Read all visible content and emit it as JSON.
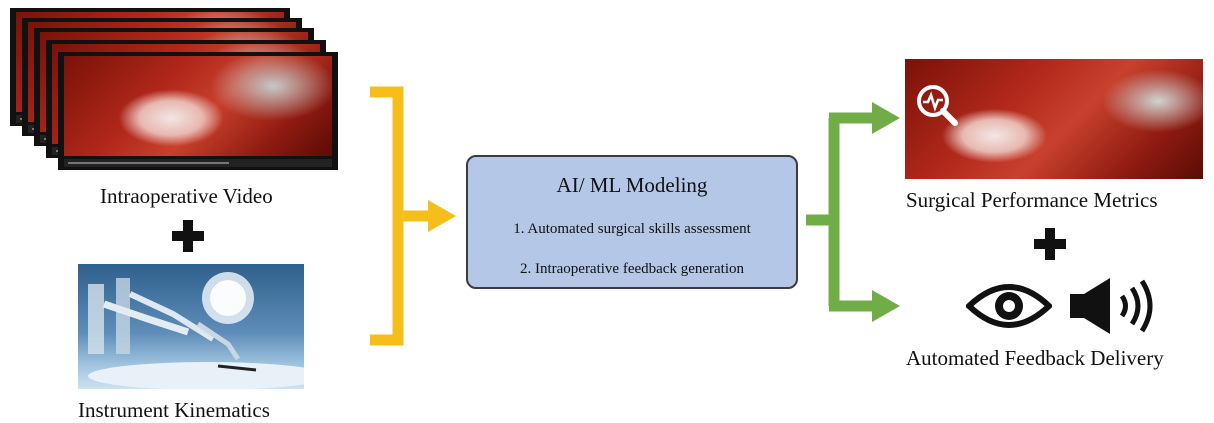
{
  "inputs": {
    "video_label": "Intraoperative Video",
    "kinematics_label": "Instrument Kinematics"
  },
  "model": {
    "title": "AI/ ML Modeling",
    "items": [
      "1.  Automated surgical skills assessment",
      "2.  Intraoperative feedback generation"
    ]
  },
  "outputs": {
    "metrics_label": "Surgical Performance Metrics",
    "feedback_label": "Automated Feedback Delivery"
  },
  "colors": {
    "left_bracket": "#f5be1a",
    "right_bracket": "#70ad47",
    "box_fill": "#b4c7e7",
    "plus": "#111111"
  },
  "icons": [
    "plus-icon",
    "eye-icon",
    "speaker-icon",
    "magnifier-pulse-icon"
  ]
}
